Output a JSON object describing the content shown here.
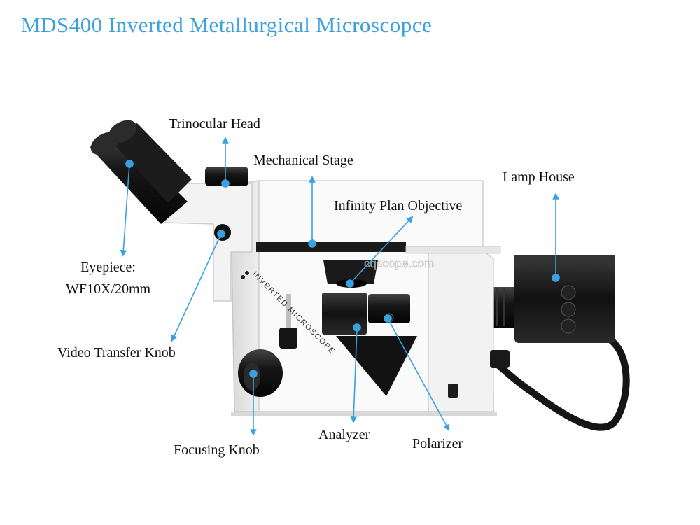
{
  "title": "MDS400 Inverted Metallurgical Microscopce",
  "watermark": "cqscope.com",
  "body_text": "INVERTED MICROSCOPE",
  "colors": {
    "title": "#3aa0e0",
    "pointer": "#3aa0e0",
    "text": "#111111"
  },
  "labels": {
    "trinocular_head": "Trinocular Head",
    "mechanical_stage": "Mechanical Stage",
    "lamp_house": "Lamp House",
    "infinity_plan_objective": "Infinity Plan Objective",
    "eyepiece_line1": "Eyepiece:",
    "eyepiece_line2": "WF10X/20mm",
    "video_transfer_knob": "Video Transfer Knob",
    "focusing_knob": "Focusing Knob",
    "analyzer": "Analyzer",
    "polarizer": "Polarizer"
  }
}
